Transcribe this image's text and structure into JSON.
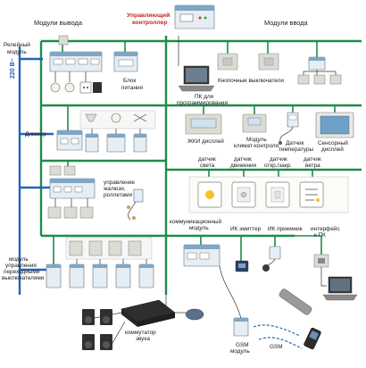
{
  "labels": {
    "output_modules": "Модули вывода",
    "input_modules": "Модули ввода",
    "controller_line1": "Управляющий",
    "controller_line2": "контроллер",
    "voltage": "220 В~",
    "relay_module_line1": "Релейный",
    "relay_module_line2": "модуль",
    "power_block_line1": "Блок",
    "power_block_line2": "питания",
    "push_switches": "Кнопочные выключатели",
    "pc_programming_line1": "ПК для",
    "pc_programming_line2": "программирования",
    "dimmer": "Диммер",
    "lcd_display": "ЖКИ дисплей",
    "climate_module_line1": "Модуль",
    "climate_module_line2": "климат-контроля",
    "temp_sensor_line1": "Датчик",
    "temp_sensor_line2": "температуры",
    "touch_display_line1": "Сенсорный",
    "touch_display_line2": "дисплей",
    "light_sensor_line1": "датчик",
    "light_sensor_line2": "света",
    "motion_sensor_line1": "датчик",
    "motion_sensor_line2": "движения",
    "open_close_sensor_line1": "датчик",
    "open_close_sensor_line2": "откр./закр.",
    "wind_sensor_line1": "датчик",
    "wind_sensor_line2": "ветра",
    "blinds_line1": "управление",
    "blinds_line2": "жалюзи,",
    "blinds_line3": "роллетами",
    "comm_module_line1": "коммуникационный",
    "comm_module_line2": "модуль",
    "ir_emitter": "ИК эмиттер",
    "ir_receiver": "ИК приемник",
    "pc_interface_line1": "интерфейс",
    "pc_interface_line2": "к ПК",
    "switch_module_line1": "модуль",
    "switch_module_line2": "управления",
    "switch_module_line3": "переходными",
    "switch_module_line4": "выключателями",
    "sound_switch_line1": "коммутатор",
    "sound_switch_line2": "звука",
    "gsm_module_line1": "GSM",
    "gsm_module_line2": "модуль",
    "gsm": "GSM"
  },
  "colors": {
    "bus": "#1d8c4a",
    "power_line": "#2763b8",
    "controller_label": "#c0261f",
    "module_blue": "#7fa6c4"
  }
}
